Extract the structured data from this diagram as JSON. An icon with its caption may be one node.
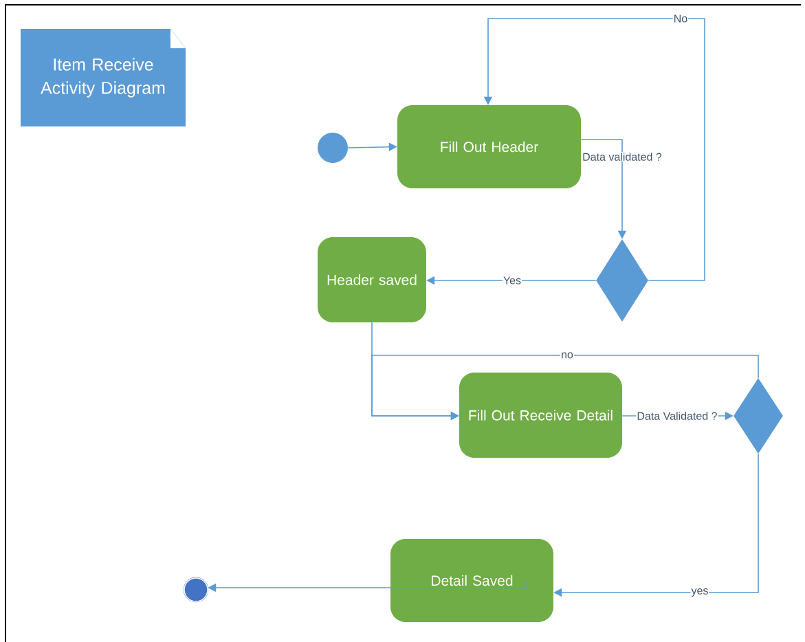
{
  "diagram": {
    "nodes": [
      {
        "text": [
          "Item Receive Activity Diagram"
        ]
      },
      {
        "text": [],
        "shape": "circle"
      },
      {
        "text": [
          "Fill Out Header"
        ]
      },
      {
        "text": [],
        "shape": "diamond"
      },
      {
        "text": [
          "Header saved"
        ]
      },
      {
        "text": [
          "Fill Out Receive Detail"
        ]
      },
      {
        "text": [],
        "shape": "diamond"
      },
      {
        "text": [
          "Detail Saved"
        ]
      },
      {
        "text": [],
        "shape": "circle"
      }
    ],
    "edges": [
      {
        "from": 1,
        "to": 2,
        "arrow": "to"
      },
      {
        "from": 2,
        "to": 3,
        "arrow": "to",
        "label": "Data validated ?"
      },
      {
        "from": 3,
        "to": 2,
        "arrow": "to",
        "label": "No"
      },
      {
        "from": 3,
        "to": 4,
        "arrow": "to",
        "label": "Yes"
      },
      {
        "from": 4,
        "to": 5,
        "arrow": "to"
      },
      {
        "from": 6,
        "to": 5,
        "arrow": "to",
        "label": "no"
      },
      {
        "from": 5,
        "to": 6,
        "arrow": "to",
        "label": "Data Validated ?"
      },
      {
        "from": 6,
        "to": 7,
        "arrow": "to",
        "label": "yes"
      },
      {
        "from": 7,
        "to": 8,
        "arrow": "to"
      }
    ]
  }
}
